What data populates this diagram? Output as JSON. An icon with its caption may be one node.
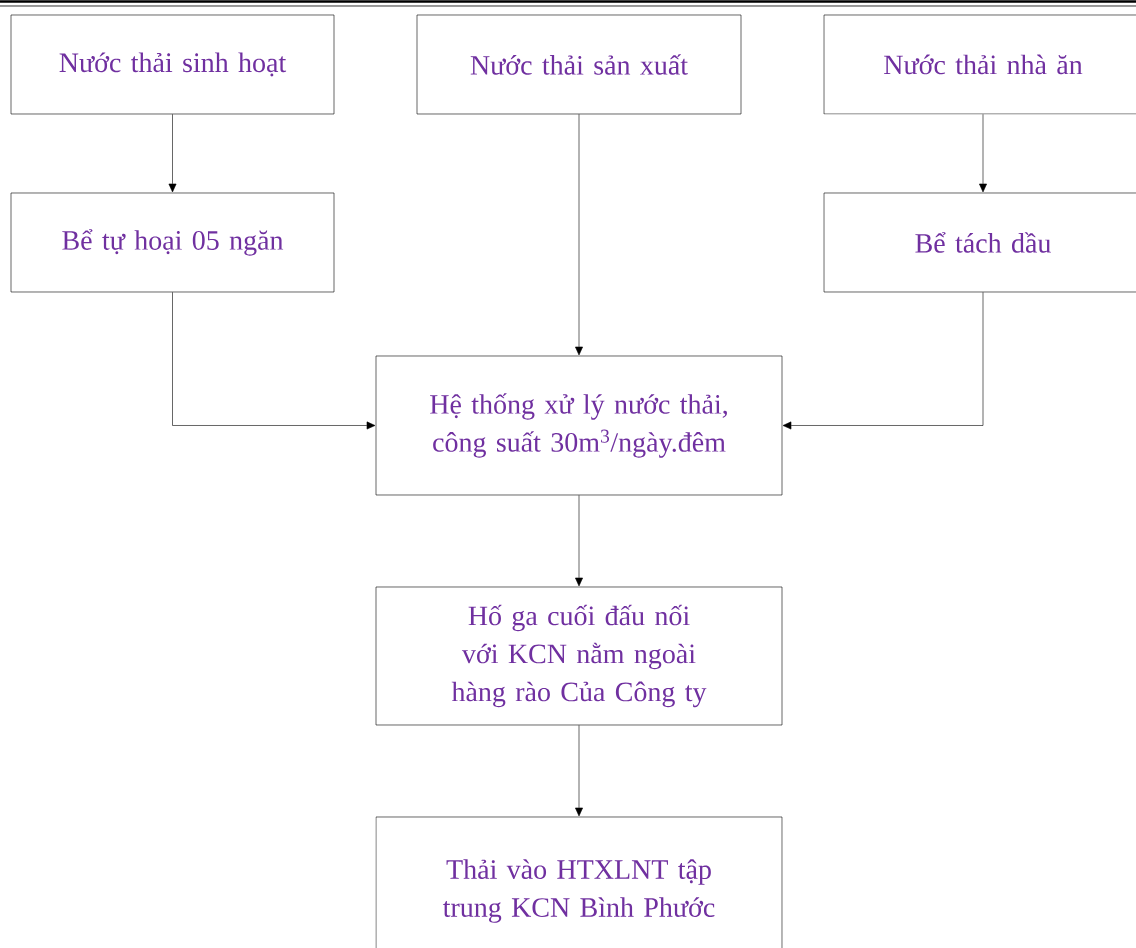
{
  "diagram": {
    "nodes": [
      {
        "text": [
          "Nước thải sinh hoạt"
        ]
      },
      {
        "text": [
          "Nước thải sản xuất"
        ]
      },
      {
        "text": [
          "Nước thải nhà ăn"
        ]
      },
      {
        "text": [
          "Bể tự hoại 05 ngăn"
        ]
      },
      {
        "text": [
          "Bể tách dầu"
        ]
      },
      {
        "text": [
          "Hệ thống xử lý nước thải, công suất 30m$^{3}$/ngày.đêm"
        ]
      },
      {
        "text": [
          "Hố ga cuối đấu nối với KCN nằm ngoài hàng rào Của Công ty"
        ]
      },
      {
        "text": [
          "Thải vào HTXLNT tập trung KCN Bình Phước"
        ]
      }
    ],
    "edges": [
      {
        "from": 0,
        "to": 3,
        "arrow": "to"
      },
      {
        "from": 2,
        "to": 4,
        "arrow": "to"
      },
      {
        "from": 1,
        "to": 5,
        "arrow": "to"
      },
      {
        "from": 3,
        "to": 5,
        "arrow": "to"
      },
      {
        "from": 4,
        "to": 5,
        "arrow": "to"
      },
      {
        "from": 5,
        "to": 6,
        "arrow": "to"
      },
      {
        "from": 6,
        "to": 7,
        "arrow": "to"
      }
    ]
  }
}
